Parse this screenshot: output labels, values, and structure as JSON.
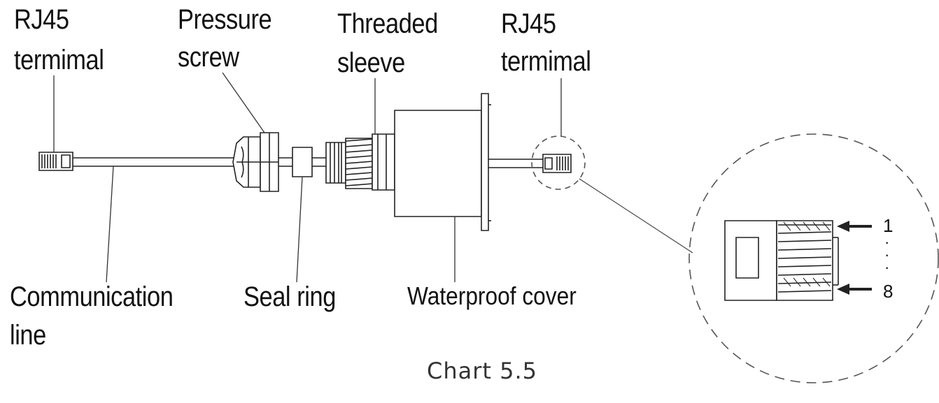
{
  "labels": {
    "rj45_left_line1": "RJ45",
    "rj45_left_line2": "termimal",
    "pressure_line1": "Pressure",
    "pressure_line2": "screw",
    "threaded_line1": "Threaded",
    "threaded_line2": "sleeve",
    "rj45_right_line1": "RJ45",
    "rj45_right_line2": "termimal",
    "communication_line1": "Communication",
    "communication_line2": "line",
    "seal_ring": "Seal ring",
    "waterproof_cover": "Waterproof cover",
    "pin_first": "1",
    "pin_last": "8",
    "pin_dots": "·\n·\n·"
  },
  "caption": "Chart 5.5",
  "colors": {
    "stroke": "#222222",
    "dashed": "#555555",
    "text": "#111111",
    "caption": "#333333"
  }
}
